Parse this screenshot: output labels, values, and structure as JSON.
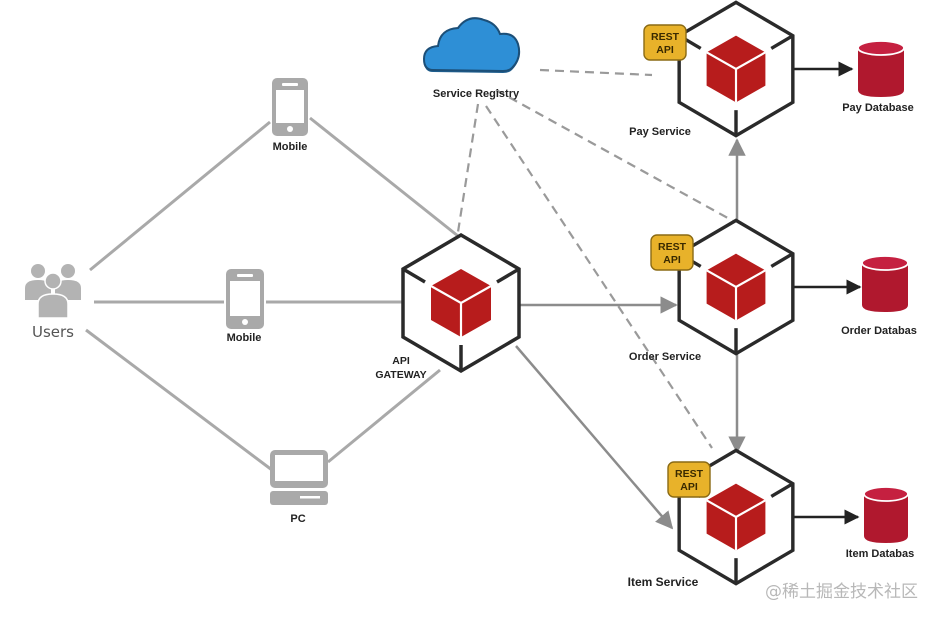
{
  "diagram": {
    "type": "microservices-architecture",
    "nodes": {
      "users": {
        "label": "Users",
        "icon": "users-group-icon"
      },
      "mobile_top": {
        "label": "Mobile",
        "icon": "mobile-phone-icon"
      },
      "mobile_mid": {
        "label": "Mobile",
        "icon": "mobile-phone-icon"
      },
      "pc": {
        "label": "PC",
        "icon": "desktop-computer-icon"
      },
      "service_registry": {
        "label": "Service Registry",
        "icon": "cloud-icon",
        "color": "#2e8fd6"
      },
      "api_gateway": {
        "label_line1": "API",
        "label_line2": "GATEWAY",
        "icon": "hex-cube-icon"
      },
      "pay_service": {
        "label": "Pay Service",
        "badge_line1": "REST",
        "badge_line2": "API"
      },
      "order_service": {
        "label": "Order Service",
        "badge_line1": "REST",
        "badge_line2": "API"
      },
      "item_service": {
        "label": "Item Service",
        "badge_line1": "REST",
        "badge_line2": "API"
      },
      "pay_db": {
        "label": "Pay Database",
        "icon": "database-icon"
      },
      "order_db": {
        "label": "Order Databas",
        "icon": "database-icon"
      },
      "item_db": {
        "label": "Item Databas",
        "icon": "database-icon"
      }
    },
    "edges": [
      {
        "from": "users",
        "to": "mobile_top",
        "style": "solid-gray"
      },
      {
        "from": "users",
        "to": "mobile_mid",
        "style": "solid-gray"
      },
      {
        "from": "users",
        "to": "pc",
        "style": "solid-gray"
      },
      {
        "from": "mobile_top",
        "to": "api_gateway",
        "style": "solid-gray"
      },
      {
        "from": "mobile_mid",
        "to": "api_gateway",
        "style": "solid-gray"
      },
      {
        "from": "pc",
        "to": "api_gateway",
        "style": "solid-gray"
      },
      {
        "from": "api_gateway",
        "to": "order_service",
        "style": "arrow-gray"
      },
      {
        "from": "api_gateway",
        "to": "item_service",
        "style": "arrow-gray"
      },
      {
        "from": "order_service",
        "to": "pay_service",
        "style": "arrow-gray"
      },
      {
        "from": "order_service",
        "to": "item_service",
        "style": "arrow-gray"
      },
      {
        "from": "pay_service",
        "to": "pay_db",
        "style": "arrow-black"
      },
      {
        "from": "order_service",
        "to": "order_db",
        "style": "arrow-black"
      },
      {
        "from": "item_service",
        "to": "item_db",
        "style": "arrow-black"
      },
      {
        "from": "service_registry",
        "to": "api_gateway",
        "style": "dashed"
      },
      {
        "from": "service_registry",
        "to": "pay_service",
        "style": "dashed"
      },
      {
        "from": "service_registry",
        "to": "order_service",
        "style": "dashed"
      },
      {
        "from": "service_registry",
        "to": "item_service",
        "style": "dashed"
      }
    ],
    "colors": {
      "cube_red": "#b71c1c",
      "db_red": "#b0182e",
      "badge_yellow": "#e8b22a",
      "cloud_blue": "#2e8fd6",
      "line_gray": "#a9a9a9"
    }
  },
  "watermark": "@稀土掘金技术社区"
}
